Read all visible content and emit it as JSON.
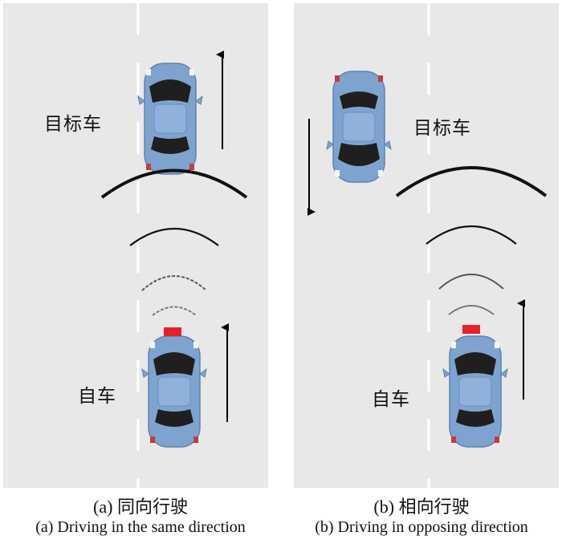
{
  "panels": [
    {
      "target_label": "目标车",
      "ego_label": "自车",
      "caption_zh": "(a) 同向行驶",
      "caption_en": "(a) Driving in the same direction"
    },
    {
      "target_label": "目标车",
      "ego_label": "自车",
      "caption_zh": "(b) 相向行驶",
      "caption_en": "(b) Driving in opposing direction"
    }
  ],
  "colors": {
    "road": "#e8e8e8",
    "lane_line": "#ffffff",
    "car_body": "#7fa3cf",
    "car_glass": "#1f1f1f",
    "radar_sensor": "#e8202a",
    "arrow": "#000000"
  }
}
